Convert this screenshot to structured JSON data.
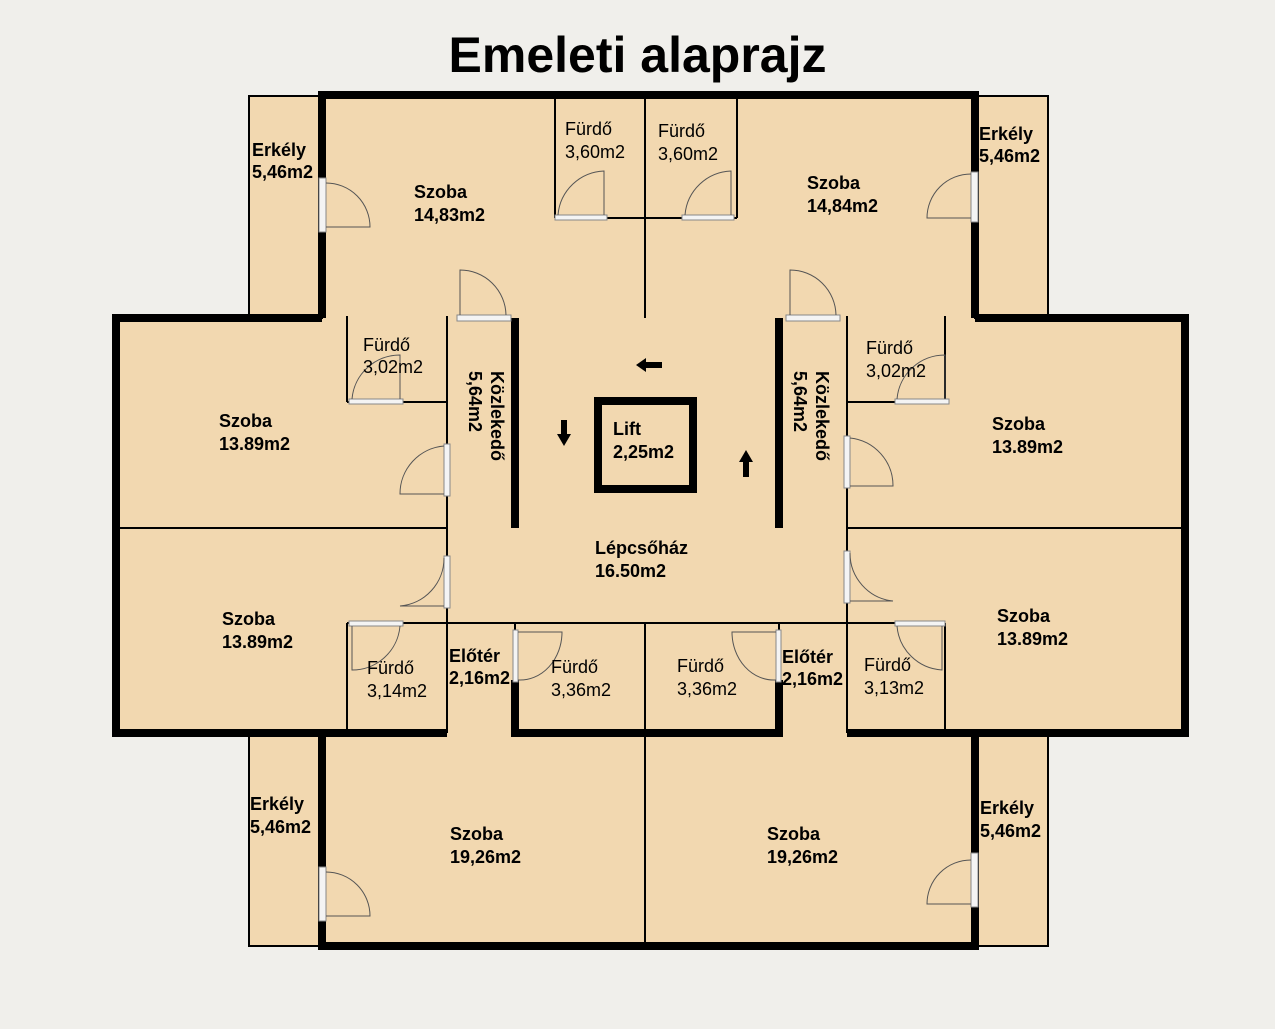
{
  "title": "Emeleti alaprajz",
  "rooms": {
    "erkely_tl": {
      "name": "Erkély",
      "area": "5,46m2"
    },
    "erkely_tr": {
      "name": "Erkély",
      "area": "5,46m2"
    },
    "erkely_bl": {
      "name": "Erkély",
      "area": "5,46m2"
    },
    "erkely_br": {
      "name": "Erkély",
      "area": "5,46m2"
    },
    "szoba_tl": {
      "name": "Szoba",
      "area": "14,83m2"
    },
    "szoba_tr": {
      "name": "Szoba",
      "area": "14,84m2"
    },
    "furdo_t1": {
      "name": "Fürdő",
      "area": "3,60m2"
    },
    "furdo_t2": {
      "name": "Fürdő",
      "area": "3,60m2"
    },
    "furdo_ml": {
      "name": "Fürdő",
      "area": "3,02m2"
    },
    "furdo_mr": {
      "name": "Fürdő",
      "area": "3,02m2"
    },
    "szoba_ml1": {
      "name": "Szoba",
      "area": "13.89m2"
    },
    "szoba_ml2": {
      "name": "Szoba",
      "area": "13.89m2"
    },
    "szoba_mr1": {
      "name": "Szoba",
      "area": "13.89m2"
    },
    "szoba_mr2": {
      "name": "Szoba",
      "area": "13.89m2"
    },
    "kozl_l": {
      "name": "Közlekedő",
      "area": "5,64m2"
    },
    "kozl_r": {
      "name": "Közlekedő",
      "area": "5,64m2"
    },
    "lift": {
      "name": "Lift",
      "area": "2,25m2"
    },
    "lepcsohaz": {
      "name": "Lépcsőház",
      "area": "16.50m2"
    },
    "furdo_bl": {
      "name": "Fürdő",
      "area": "3,14m2"
    },
    "furdo_br": {
      "name": "Fürdő",
      "area": "3,13m2"
    },
    "eloter_l": {
      "name": "Előtér",
      "area": "2,16m2"
    },
    "eloter_r": {
      "name": "Előtér",
      "area": "2,16m2"
    },
    "furdo_bc1": {
      "name": "Fürdő",
      "area": "3,36m2"
    },
    "furdo_bc2": {
      "name": "Fürdő",
      "area": "3,36m2"
    },
    "szoba_bl": {
      "name": "Szoba",
      "area": "19,26m2"
    },
    "szoba_br": {
      "name": "Szoba",
      "area": "19,26m2"
    }
  },
  "colors": {
    "floor": "#f2d8b0",
    "wall": "#000000",
    "background": "#f0efeb"
  }
}
